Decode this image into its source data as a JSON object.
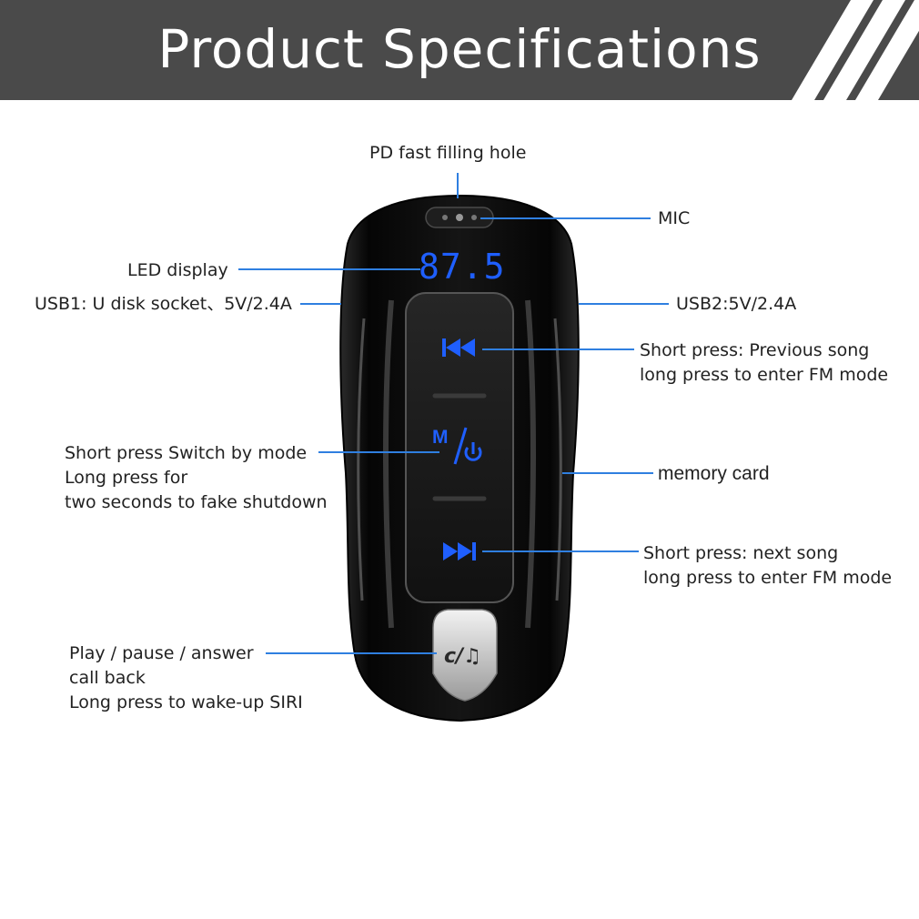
{
  "header": {
    "title": "Product Specifications"
  },
  "device": {
    "led_value": "87.5"
  },
  "labels": {
    "pd_fast": "PD fast filling hole",
    "mic": "MIC",
    "led": "LED display",
    "usb1": "USB1: U disk socket、5V/2.4A",
    "usb2": "USB2:5V/2.4A",
    "prev": [
      "Short press: Previous song",
      "long press to enter FM mode"
    ],
    "mode": [
      "Short press Switch by mode",
      "Long press for",
      "two seconds to fake shutdown"
    ],
    "memory": "memory card",
    "next": [
      "Short press: next song",
      "long press to enter FM mode"
    ],
    "play": [
      "Play / pause / answer",
      "call back",
      "Long press to wake-up SIRI"
    ]
  },
  "colors": {
    "header_bg": "#4a4a4a",
    "callout": "#2f7fe0",
    "button_blue": "#1f5fff",
    "device_body": "#0c0c0c"
  },
  "icons": [
    "previous-track-icon",
    "mode-power-icon",
    "next-track-icon",
    "phone-music-icon"
  ]
}
